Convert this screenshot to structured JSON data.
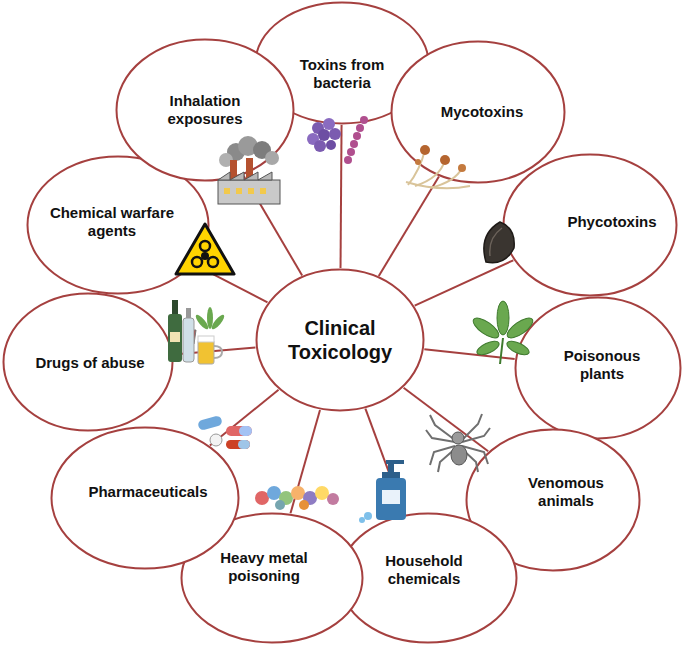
{
  "diagram": {
    "nodes": [
      {
        "text": [
          "Clinical Toxicology"
        ]
      },
      {
        "text": [
          "Toxins from bacteria"
        ]
      },
      {
        "text": [
          "Mycotoxins"
        ]
      },
      {
        "text": [
          "Phycotoxins"
        ]
      },
      {
        "text": [
          "Poisonous plants"
        ]
      },
      {
        "text": [
          "Venomous animals"
        ]
      },
      {
        "text": [
          "Household chemicals"
        ]
      },
      {
        "text": [
          "Heavy metal poisoning"
        ]
      },
      {
        "text": [
          "Pharmaceuticals"
        ]
      },
      {
        "text": [
          "Drugs of abuse"
        ]
      },
      {
        "text": [
          "Chemical warfare agents"
        ]
      },
      {
        "text": [
          "Inhalation exposures"
        ]
      }
    ],
    "edges": [
      {
        "from": 0,
        "to": 1,
        "arrow": "none"
      },
      {
        "from": 0,
        "to": 2,
        "arrow": "none"
      },
      {
        "from": 0,
        "to": 3,
        "arrow": "none"
      },
      {
        "from": 0,
        "to": 4,
        "arrow": "none"
      },
      {
        "from": 0,
        "to": 5,
        "arrow": "none"
      },
      {
        "from": 0,
        "to": 6,
        "arrow": "none"
      },
      {
        "from": 0,
        "to": 7,
        "arrow": "none"
      },
      {
        "from": 0,
        "to": 8,
        "arrow": "none"
      },
      {
        "from": 0,
        "to": 9,
        "arrow": "none"
      },
      {
        "from": 0,
        "to": 10,
        "arrow": "none"
      },
      {
        "from": 0,
        "to": 11,
        "arrow": "none"
      }
    ]
  }
}
